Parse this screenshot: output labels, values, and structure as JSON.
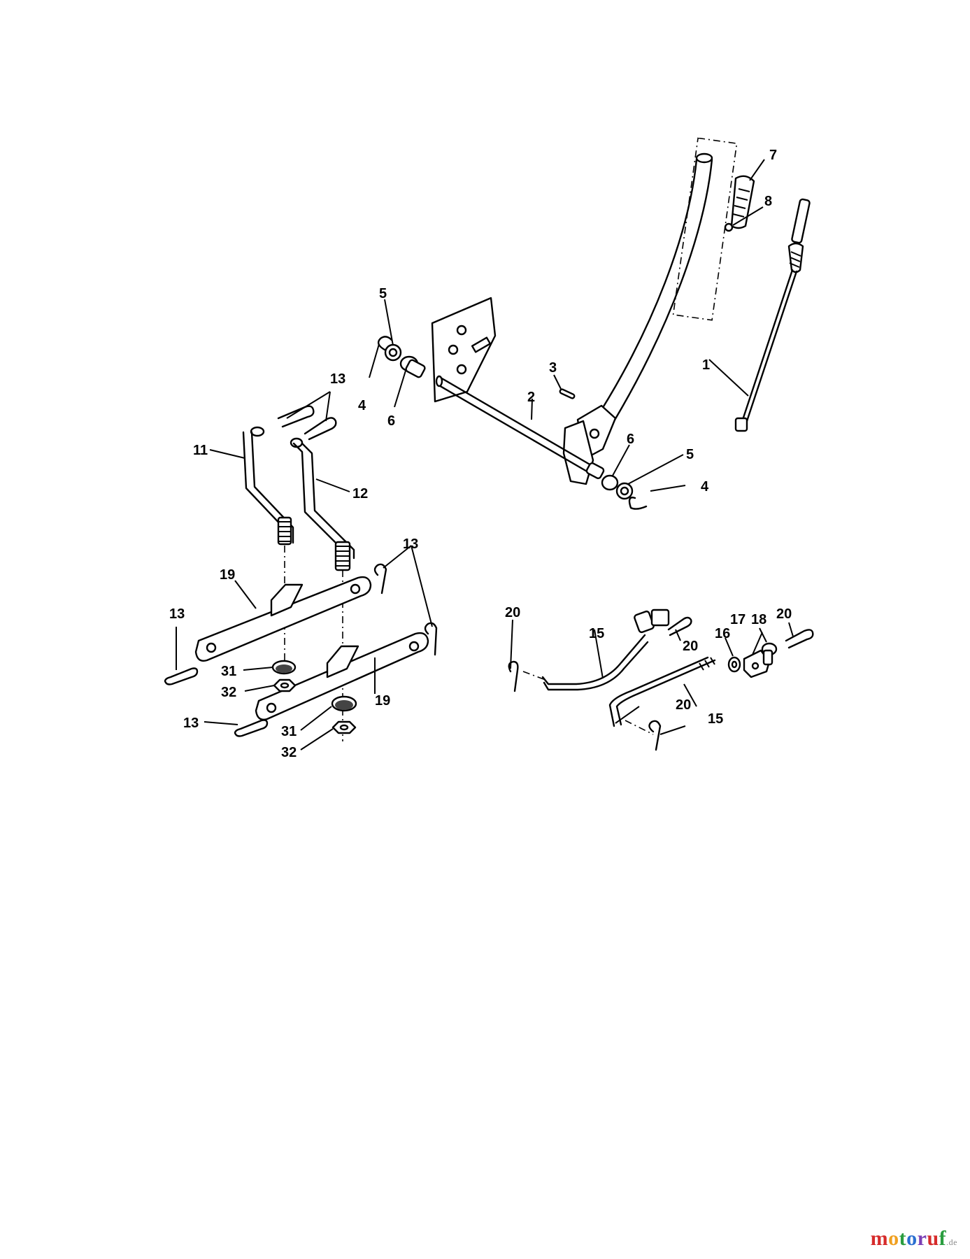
{
  "callouts": {
    "c1": "1",
    "c2": "2",
    "c3": "3",
    "c4a": "4",
    "c4b": "4",
    "c5a": "5",
    "c5b": "5",
    "c6a": "6",
    "c6b": "6",
    "c7": "7",
    "c8": "8",
    "c11": "11",
    "c12": "12",
    "c13a": "13",
    "c13b": "13",
    "c13c": "13",
    "c13d": "13",
    "c15a": "15",
    "c15b": "15",
    "c16": "16",
    "c17": "17",
    "c18": "18",
    "c19a": "19",
    "c19b": "19",
    "c20a": "20",
    "c20b": "20",
    "c20c": "20",
    "c20d": "20",
    "c31a": "31",
    "c31b": "31",
    "c32a": "32",
    "c32b": "32"
  },
  "watermark": {
    "letters": [
      "m",
      "o",
      "t",
      "o",
      "r",
      "u",
      "f"
    ],
    "suffix": ".de",
    "colors": [
      "#d62b2b",
      "#f0a020",
      "#2a9d3f",
      "#2a6fd1",
      "#7a3fb5",
      "#d62b2b",
      "#2a9d3f"
    ]
  }
}
